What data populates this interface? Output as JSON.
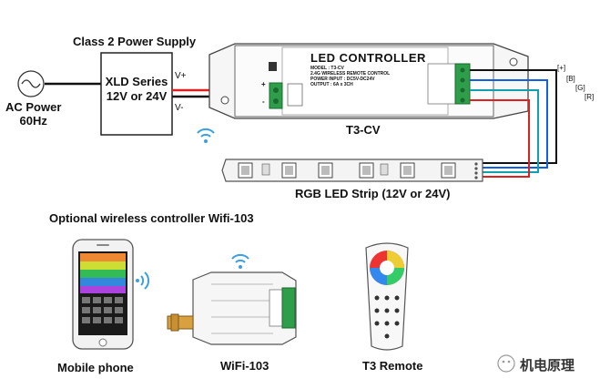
{
  "ac": {
    "line1": "AC Power",
    "line2": "60Hz"
  },
  "power_supply": {
    "heading": "Class 2 Power Supply",
    "line1": "XLD Series",
    "line2": "12V or 24V",
    "v_plus": "V+",
    "v_minus": "V-"
  },
  "controller": {
    "title": "LED CONTROLLER",
    "spec_model": "MODEL : T3-CV",
    "spec_remote": "2.4G WIRELESS REMOTE CONTROL",
    "spec_input": "POWER INPUT : DC5V-DC24V",
    "spec_output": "OUTPUT : 6A x 3CH",
    "name": "T3-CV",
    "terminal_plus": "+",
    "terminal_minus": "-"
  },
  "wire_tags": {
    "plus": "[+]",
    "b": "[B]",
    "g": "[G]",
    "r": "[R]"
  },
  "strip": {
    "label": "RGB LED Strip (12V or 24V)"
  },
  "optional": {
    "heading": "Optional wireless controller Wifi-103"
  },
  "devices": {
    "phone": "Mobile phone",
    "wifi": "WiFi-103",
    "remote": "T3 Remote"
  },
  "watermark": {
    "text": "机电原理"
  },
  "colors": {
    "wire_red": "#e02020",
    "wire_black": "#111111",
    "wire_green": "#10a050",
    "wire_blue": "#1060e0",
    "wire_teal": "#10a0b0",
    "terminal_green": "#2e9e4a",
    "wifi_blue": "#3aa0e0"
  }
}
